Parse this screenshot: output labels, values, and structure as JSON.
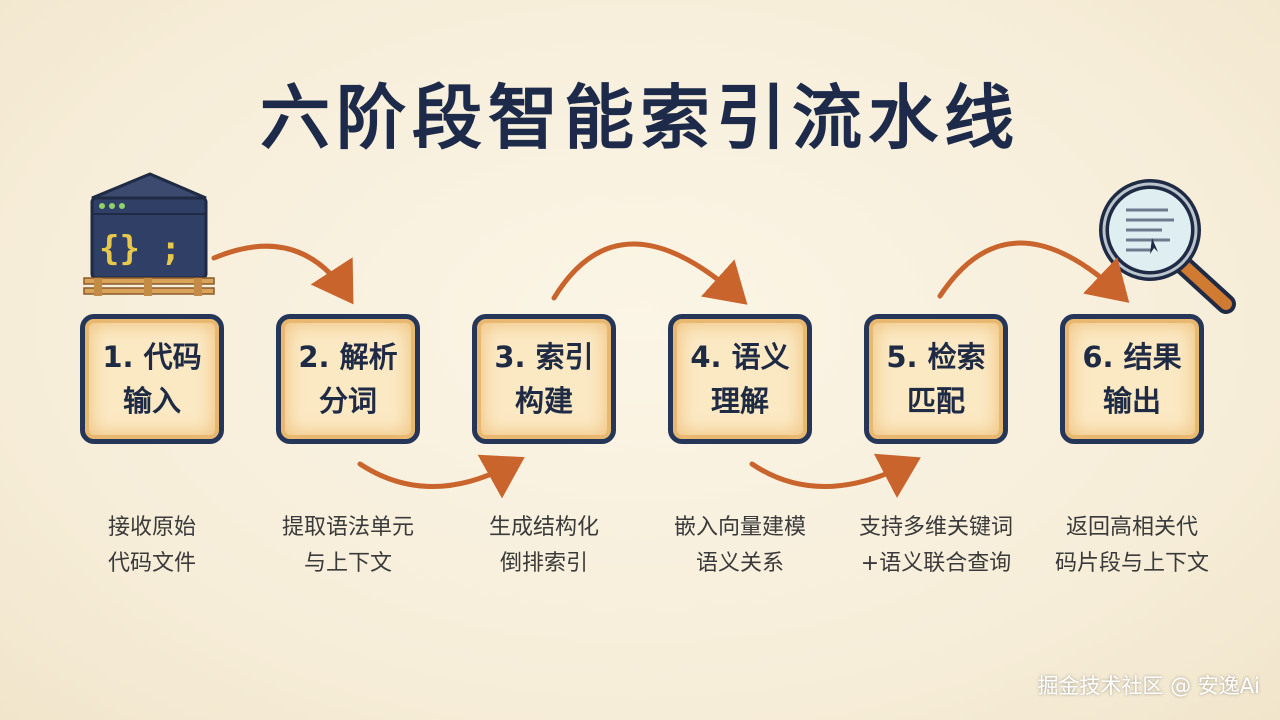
{
  "title": "六阶段智能索引流水线",
  "steps": [
    {
      "line1": "1. 代码",
      "line2": "输入",
      "desc1": "接收原始",
      "desc2": "代码文件"
    },
    {
      "line1": "2. 解析",
      "line2": "分词",
      "desc1": "提取语法单元",
      "desc2": "与上下文"
    },
    {
      "line1": "3. 索引",
      "line2": "构建",
      "desc1": "生成结构化",
      "desc2": "倒排索引"
    },
    {
      "line1": "4. 语义",
      "line2": "理解",
      "desc1": "嵌入向量建模",
      "desc2": "语义关系"
    },
    {
      "line1": "5. 检索",
      "line2": "匹配",
      "desc1": "支持多维关键词",
      "desc2": "+语义联合查询"
    },
    {
      "line1": "6. 结果",
      "line2": "输出",
      "desc1": "返回高相关代",
      "desc2": "码片段与上下文"
    }
  ],
  "icons": {
    "input": "code-server-icon",
    "output": "magnifier-icon",
    "code_symbol": "{} ;"
  },
  "colors": {
    "box_border": "#263659",
    "box_fill": "#fbe9c4",
    "arrow": "#c8642c",
    "title": "#1d2a4a"
  },
  "watermark": "掘金技术社区 @ 安逸Ai"
}
